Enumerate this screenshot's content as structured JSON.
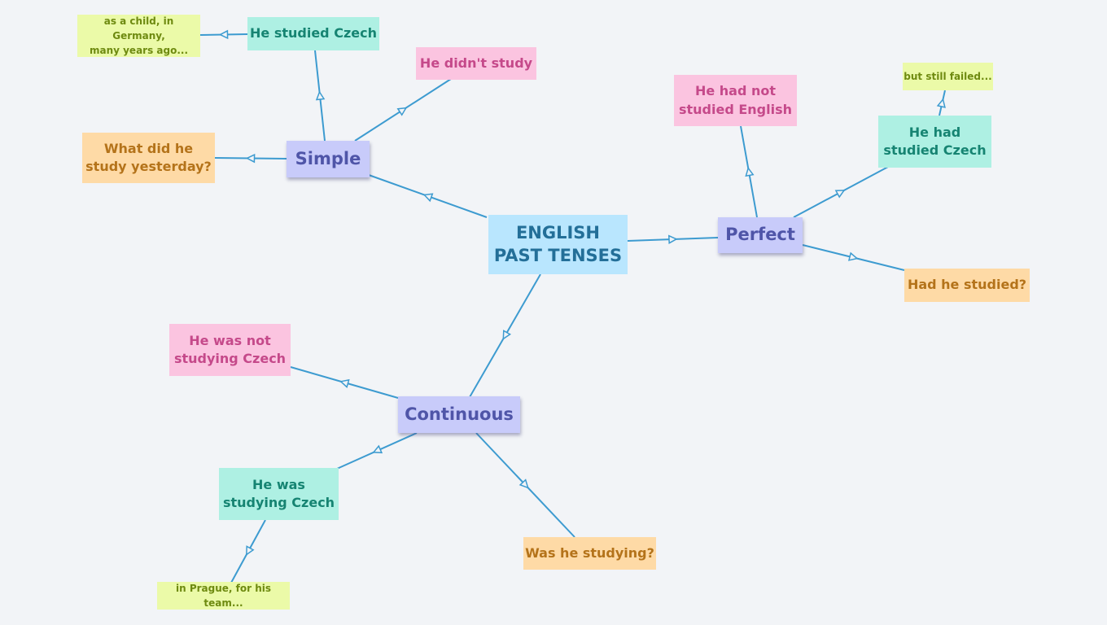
{
  "diagram": {
    "root": {
      "label": "ENGLISH\nPAST TENSES"
    },
    "simple": {
      "label": "Simple",
      "positive": "He studied Czech",
      "positive_note": "as a child, in Germany,\nmany years ago...",
      "negative": "He didn't study",
      "question": "What did he\nstudy yesterday?"
    },
    "perfect": {
      "label": "Perfect",
      "positive": "He had\nstudied Czech",
      "positive_note": "but still failed...",
      "negative": "He had not\nstudied English",
      "question": "Had he studied?"
    },
    "continuous": {
      "label": "Continuous",
      "positive": "He was\nstudying Czech",
      "positive_note": "in Prague, for his team...",
      "negative": "He was not\nstudying Czech",
      "question": "Was he studying?"
    },
    "colors": {
      "edge": "#3d9bd0",
      "root": "#b9e6fe",
      "branch": "#c8cbfa",
      "positive": "#aef0e3",
      "negative": "#fbc4e0",
      "question": "#fedaa6",
      "note": "#ebfaa8"
    }
  }
}
